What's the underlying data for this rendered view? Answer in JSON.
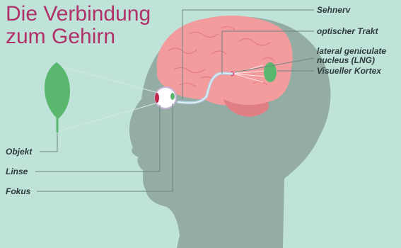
{
  "title": {
    "line1": "Die Verbindung",
    "line2": "zum Gehirn"
  },
  "labels": {
    "sehnerv": "Sehnerv",
    "optischer_trakt": "optischer Trakt",
    "lng_line1": "lateral geniculate",
    "lng_line2": "nucleus (LNG)",
    "visueller_kortex": "Visueller Kortex",
    "objekt": "Objekt",
    "linse": "Linse",
    "fokus": "Fokus"
  },
  "colors": {
    "background": "#bfe3d9",
    "head_silhouette": "#93ada5",
    "brain": "#f39c9e",
    "brain_shadow": "#e07f83",
    "leaf": "#5ab86e",
    "title": "#b0306a",
    "leader_lines": "#6f8480",
    "optic_nerve": "#b7d3e3"
  }
}
